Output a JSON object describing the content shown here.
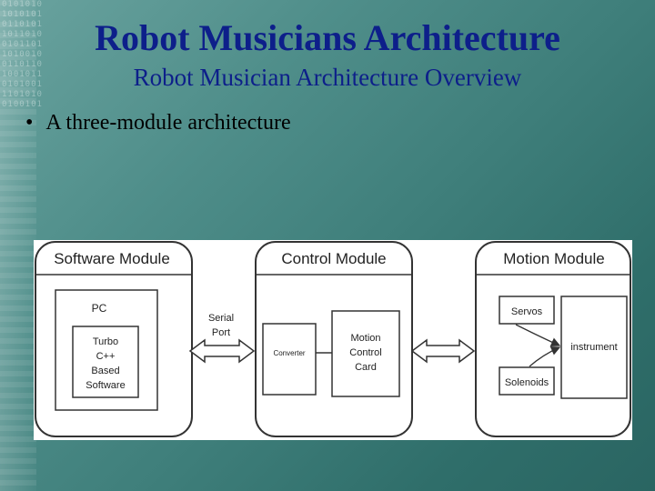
{
  "slide": {
    "title": "Robot Musicians Architecture",
    "subtitle": "Robot Musician Architecture Overview",
    "bullets": [
      "A three-module architecture"
    ],
    "bullet_symbol": "•"
  },
  "decor": {
    "binary_lines": [
      "0101010",
      "1010101",
      "0110101",
      "1011010",
      "0101101",
      "1010010",
      "0110110",
      "1001011",
      "0101001",
      "1101010",
      "0100101"
    ]
  },
  "diagram": {
    "modules": {
      "software": "Software Module",
      "control": "Control Module",
      "motion": "Motion Module"
    },
    "software_box": {
      "pc": "PC",
      "turbo_lines": [
        "Turbo",
        "C++",
        "Based",
        "Software"
      ]
    },
    "serial_port_lines": [
      "Serial",
      "Port"
    ],
    "converter": "Converter",
    "motion_control_lines": [
      "Motion",
      "Control",
      "Card"
    ],
    "servos": "Servos",
    "solenoids": "Solenoids",
    "instrument": "instrument"
  },
  "colors": {
    "title": "#0d1f8a",
    "diagram_stroke": "#333333"
  }
}
